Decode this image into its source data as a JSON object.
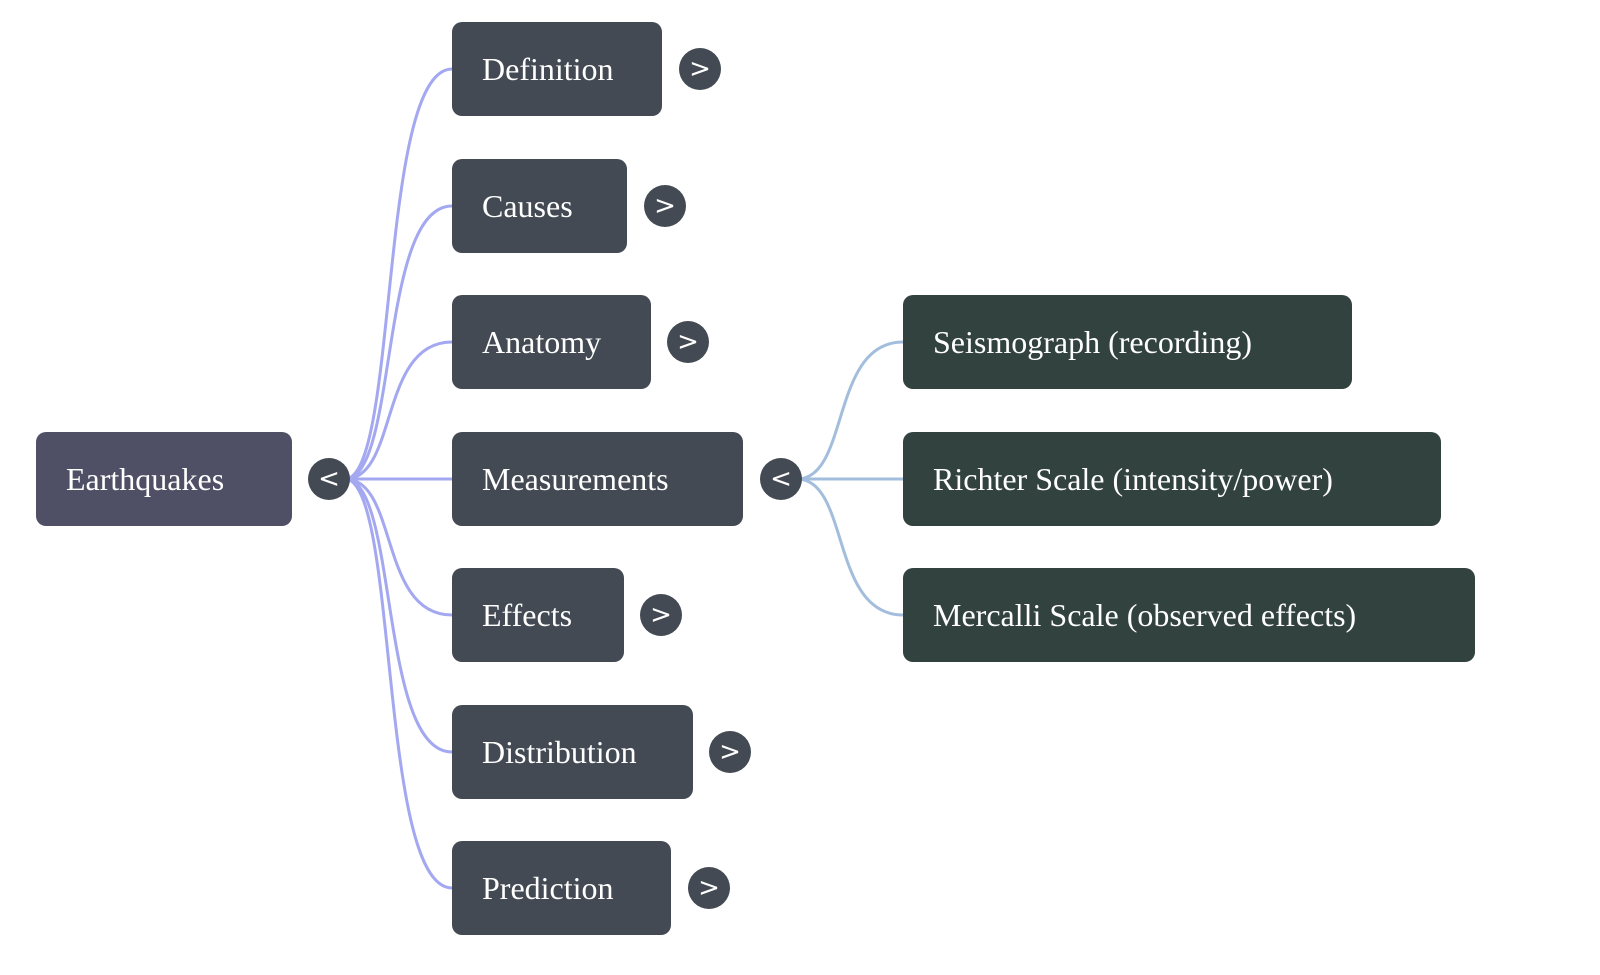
{
  "root": {
    "label": "Earthquakes",
    "toggle": "<",
    "expanded": true
  },
  "children": [
    {
      "label": "Definition",
      "toggle": ">",
      "expanded": false
    },
    {
      "label": "Causes",
      "toggle": ">",
      "expanded": false
    },
    {
      "label": "Anatomy",
      "toggle": ">",
      "expanded": false
    },
    {
      "label": "Measurements",
      "toggle": "<",
      "expanded": true,
      "children": [
        {
          "label": "Seismograph (recording)"
        },
        {
          "label": "Richter Scale (intensity/power)"
        },
        {
          "label": "Mercalli Scale (observed effects)"
        }
      ]
    },
    {
      "label": "Effects",
      "toggle": ">",
      "expanded": false
    },
    {
      "label": "Distribution",
      "toggle": ">",
      "expanded": false
    },
    {
      "label": "Prediction",
      "toggle": ">",
      "expanded": false
    }
  ],
  "colors": {
    "root_node": "#4f5065",
    "branch_node": "#434a53",
    "leaf_node": "#32423f",
    "root_edges": "#a3a8f0",
    "measurement_edges": "#a3bedc"
  }
}
